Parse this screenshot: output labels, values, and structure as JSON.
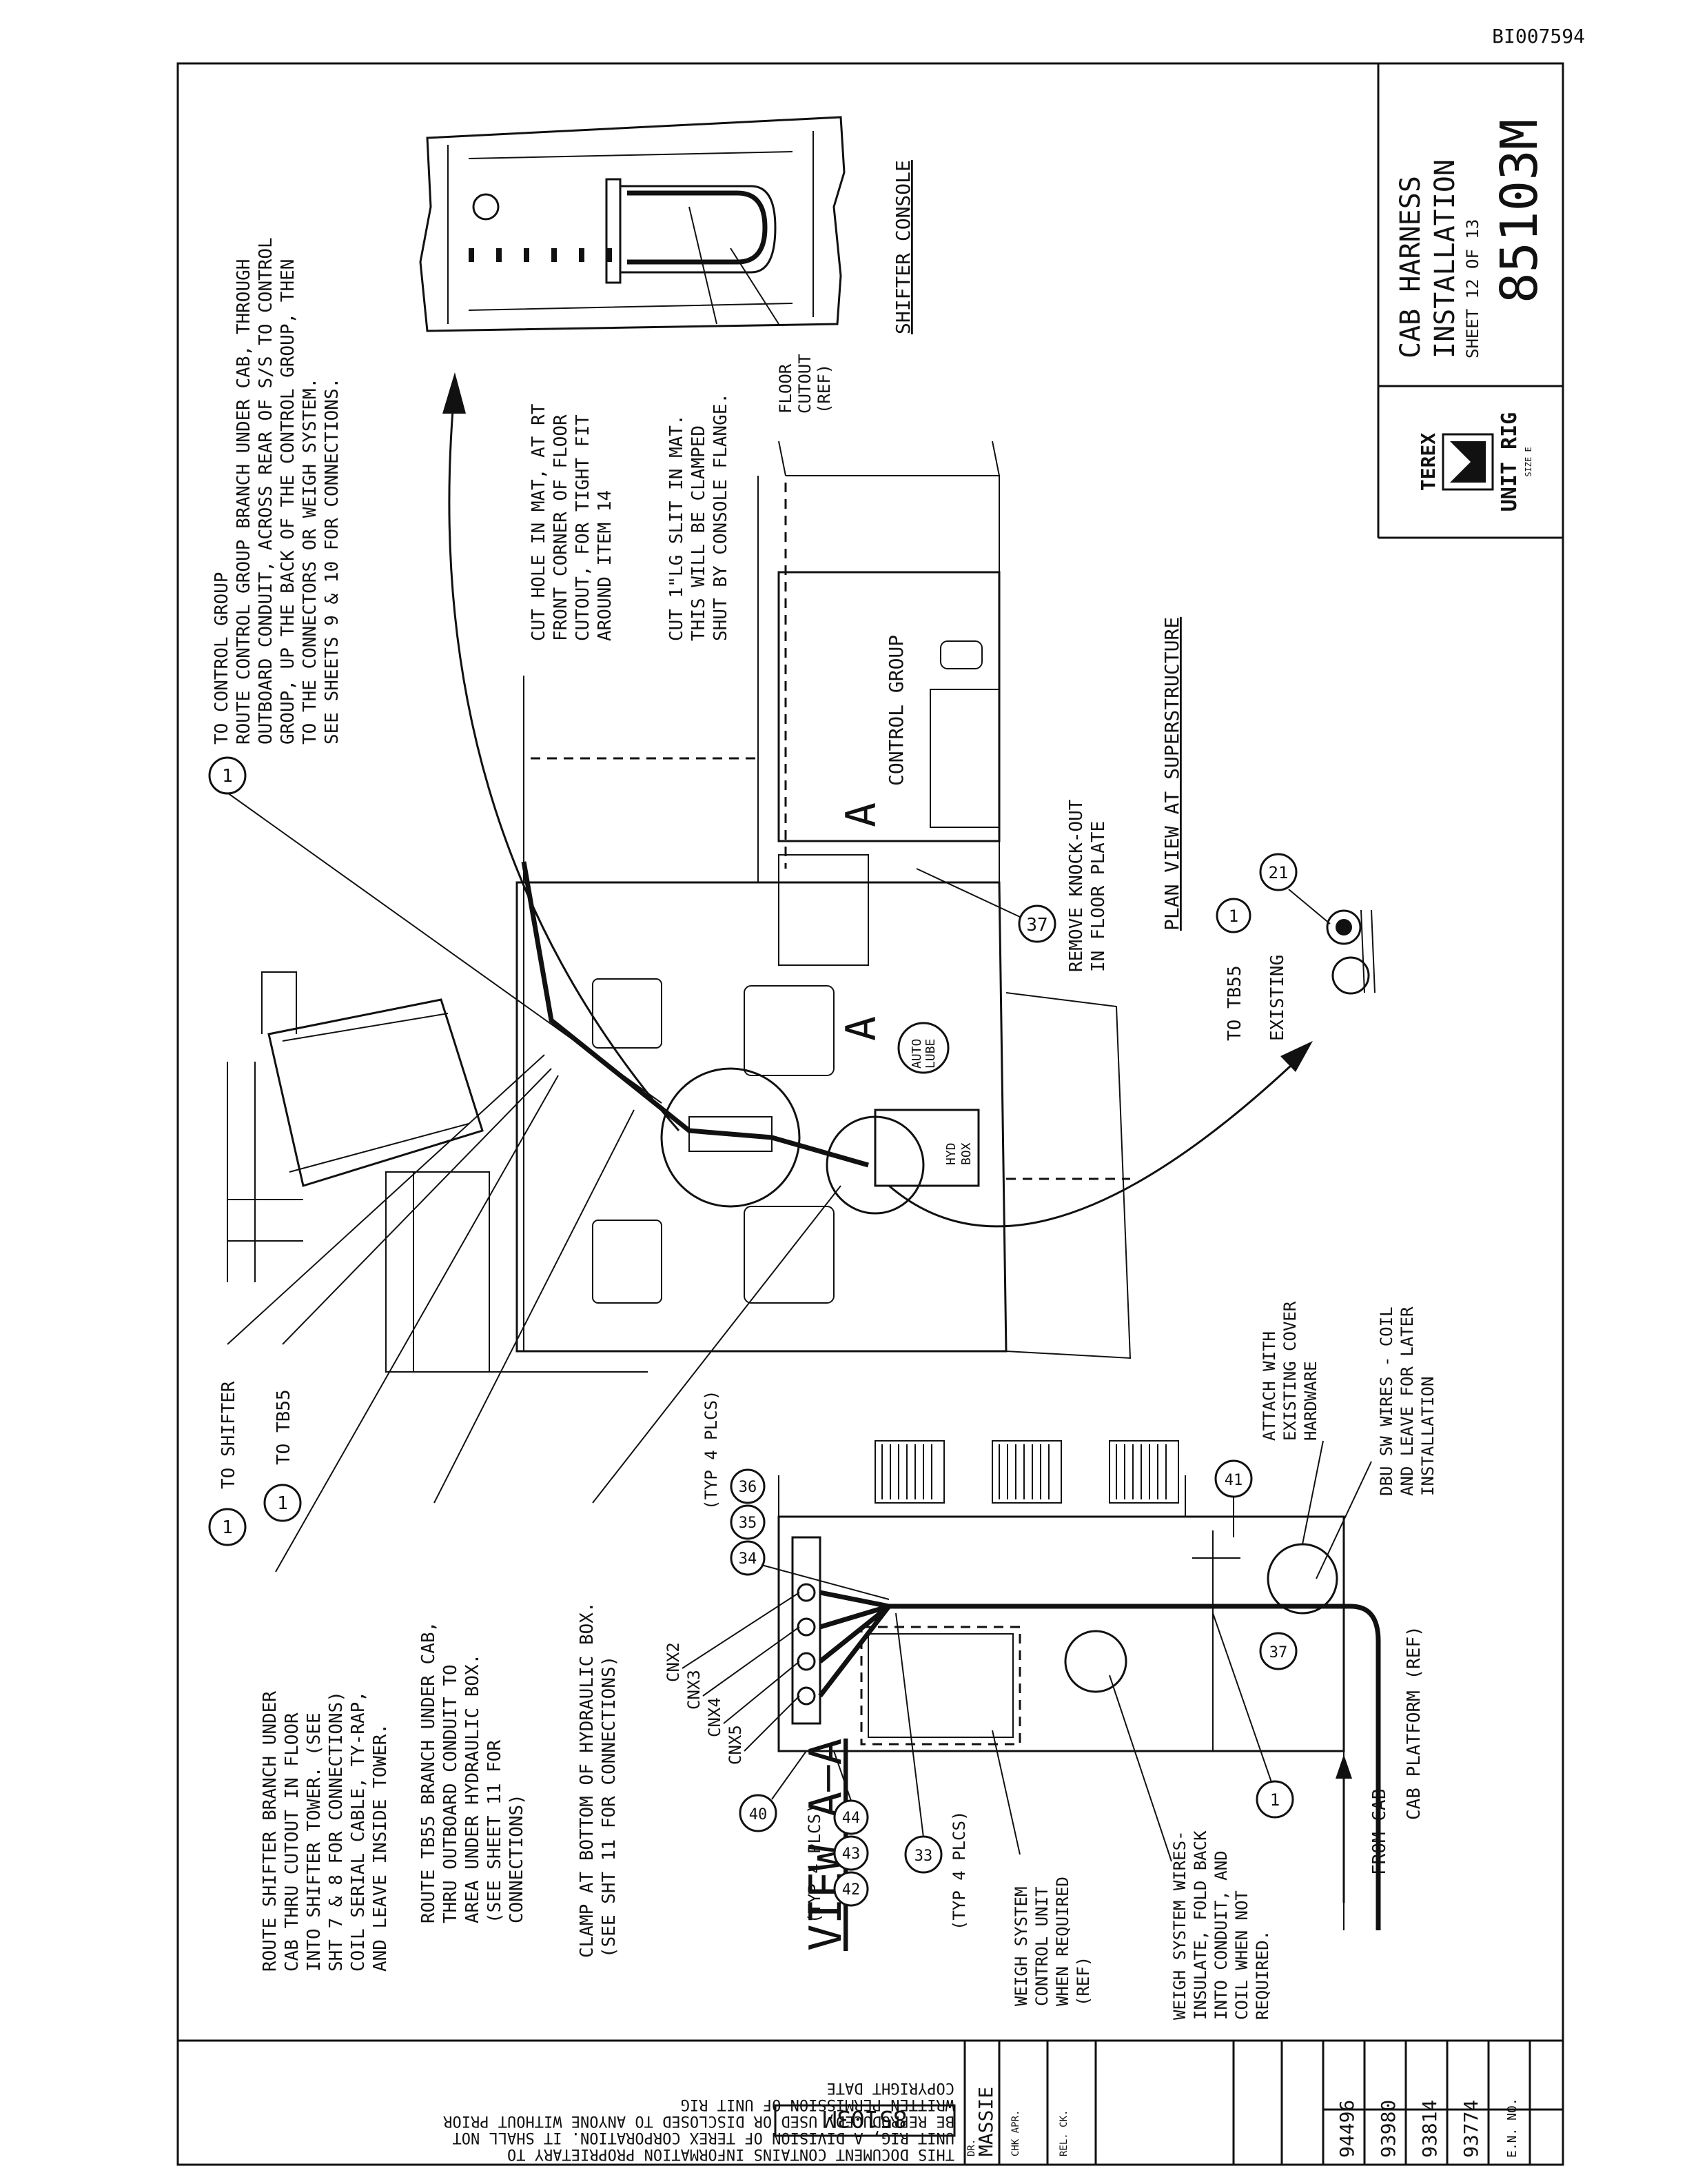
{
  "doc_id": "BI007594",
  "title_block": {
    "title_line1": "CAB HARNESS",
    "title_line2": "INSTALLATION",
    "sheet": "SHEET 12 OF 13",
    "drawing_number": "85103M",
    "brand_top": "TEREX",
    "brand_bottom": "UNIT RIG",
    "size": "SIZE E"
  },
  "revision_block": {
    "drawn_by": "MASSIE",
    "en_numbers": [
      "94496",
      "93980",
      "93814",
      "93774"
    ],
    "en_label": "E.N. NO.",
    "drawn_label": "DR.",
    "checked_label": "CHK APR.",
    "rel_label": "REL. CK."
  },
  "proprietary": {
    "number": "85103M",
    "copyright": "COPYRIGHT DATE",
    "lines": [
      "THIS DOCUMENT CONTAINS INFORMATION PROPRIETARY TO",
      "UNIT RIG, A DIVISION OF TEREX CORPORATION. IT SHALL NOT",
      "BE REPRODUCED, USED OR DISCLOSED TO ANYONE WITHOUT PRIOR",
      "WRITTEN PERMISSION OF UNIT RIG"
    ]
  },
  "views": {
    "plan_view": "PLAN VIEW AT SUPERSTRUCTURE",
    "shifter_console": "SHIFTER CONSOLE",
    "view_aa": "VIEW  A—A",
    "section_mark": "A"
  },
  "notes": {
    "control_group": [
      "TO CONTROL GROUP",
      "ROUTE CONTROL GROUP BRANCH UNDER CAB, THROUGH",
      "OUTBOARD CONDUIT, ACROSS REAR OF S/S TO CONTROL",
      "GROUP, UP THE BACK OF THE CONTROL GROUP, THEN",
      "TO THE CONNECTORS OR WEIGH SYSTEM.",
      "SEE SHEETS 9 & 10 FOR CONNECTIONS."
    ],
    "cut_hole": [
      "CUT HOLE IN MAT, AT RT",
      "FRONT CORNER OF FLOOR",
      "CUTOUT, FOR TIGHT FIT",
      "AROUND ITEM 14"
    ],
    "cut_slit": [
      "CUT 1\"LG SLIT IN MAT.",
      "THIS WILL BE CLAMPED",
      "SHUT BY CONSOLE FLANGE."
    ],
    "floor_cutout": [
      "FLOOR",
      "CUTOUT",
      "(REF)"
    ],
    "control_group_label": "CONTROL  GROUP",
    "auto_lube": [
      "AUTO",
      "LUBE"
    ],
    "hyd_box": [
      "HYD",
      "BOX"
    ],
    "knockout": [
      "REMOVE KNOCK-OUT",
      "IN FLOOR PLATE"
    ],
    "to_tb55_existing": [
      "TO TB55",
      "EXISTING"
    ],
    "to_shifter": "TO SHIFTER",
    "to_tb55": "TO TB55",
    "route_shifter": [
      "ROUTE SHIFTER BRANCH UNDER",
      "CAB THRU CUTOUT IN FLOOR",
      "INTO SHIFTER TOWER. (SEE",
      "SHT 7 & 8 FOR CONNECTIONS)",
      "COIL SERIAL CABLE, TY-RAP,",
      "AND LEAVE INSIDE TOWER."
    ],
    "route_tb55": [
      "ROUTE TB55 BRANCH UNDER CAB,",
      "THRU OUTBOARD CONDUIT TO",
      "AREA UNDER HYDRAULIC BOX.",
      "(SEE SHEET 11 FOR",
      "CONNECTIONS)"
    ],
    "clamp": [
      "CLAMP AT BOTTOM OF HYDRAULIC BOX.",
      "(SEE SHT 11 FOR CONNECTIONS)"
    ],
    "typ4_a": "(TYP 4 PLCS)",
    "typ4_b": "(TYP 4 PLCS)",
    "typ4_c": "(TYP 4 PLCS)",
    "cnx": [
      "CNX2",
      "CNX3",
      "CNX4",
      "CNX5"
    ],
    "weigh_unit": [
      "WEIGH SYSTEM",
      "CONTROL UNIT",
      "WHEN REQUIRED",
      "(REF)"
    ],
    "weigh_wires": [
      "WEIGH SYSTEM WIRES-",
      "INSULATE, FOLD BACK",
      "INTO CONDUIT, AND",
      "COIL WHEN NOT",
      "REQUIRED."
    ],
    "from_cab": "FROM CAB",
    "cab_platform": "CAB PLATFORM (REF)",
    "attach": [
      "ATTACH WITH",
      "EXISTING COVER",
      "HARDWARE"
    ],
    "dbu": [
      "DBU SW WIRES - COIL",
      "AND LEAVE FOR LATER",
      "INSTALLATION"
    ]
  },
  "balloons": {
    "b1": "1",
    "b21": "21",
    "b33": "33",
    "b34": "34",
    "b35": "35",
    "b36": "36",
    "b37": "37",
    "b40": "40",
    "b41": "41",
    "b42": "42",
    "b43": "43",
    "b44": "44"
  }
}
